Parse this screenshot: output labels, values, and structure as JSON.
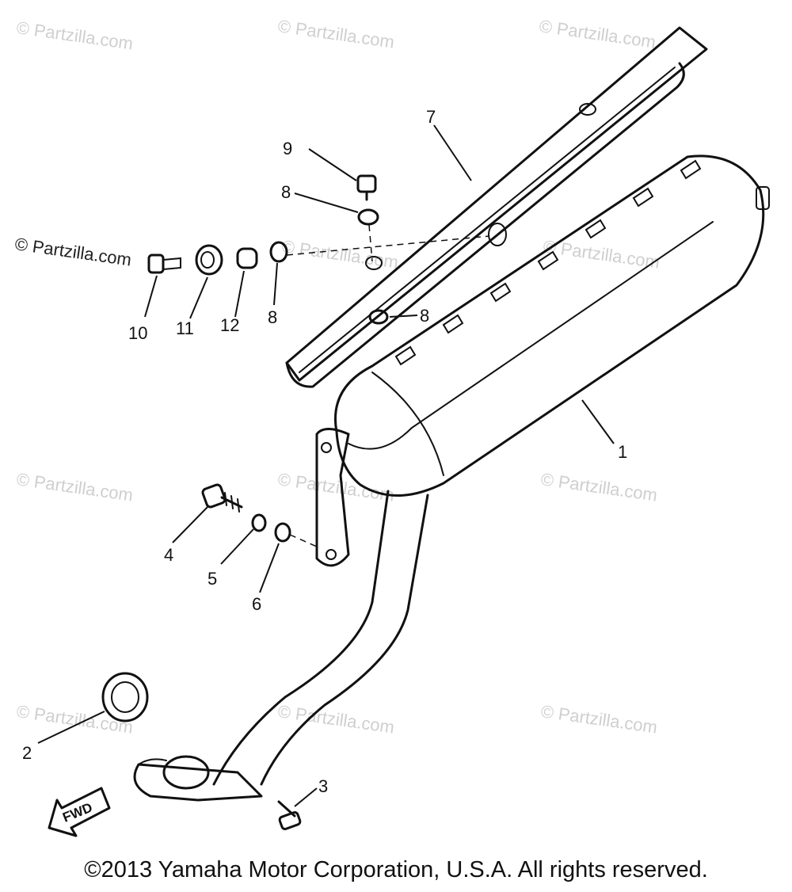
{
  "watermarks": {
    "faint": "© Partzilla.com",
    "prominent": "© Partzilla.com"
  },
  "callouts": {
    "p1": "1",
    "p2": "2",
    "p3": "3",
    "p4": "4",
    "p5": "5",
    "p6": "6",
    "p7": "7",
    "p8a": "8",
    "p8b": "8",
    "p8c": "8",
    "p9": "9",
    "p10": "10",
    "p11": "11",
    "p12": "12"
  },
  "fwd_arrow": "FWD",
  "copyright": "©2013 Yamaha Motor Corporation, U.S.A. All rights reserved."
}
